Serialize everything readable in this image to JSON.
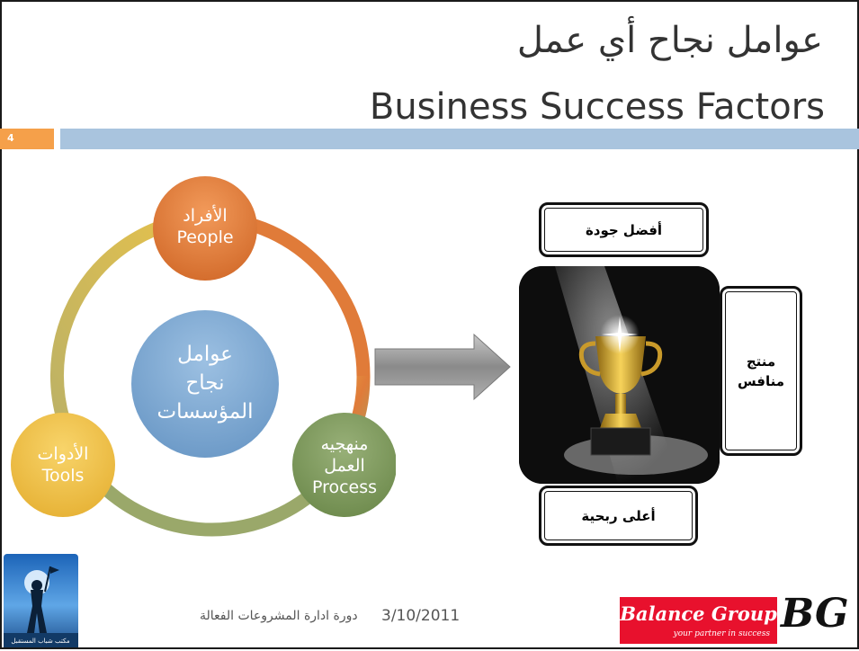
{
  "slide": {
    "title_ar": "عوامل نجاح أي عمل",
    "title_en": "Business Success Factors",
    "number": "4"
  },
  "cycle": {
    "center": [
      "عوامل",
      "نجاح",
      "المؤسسات"
    ],
    "people": {
      "ar": "الأفراد",
      "en": "People"
    },
    "tools": {
      "ar": "الأدوات",
      "en": "Tools"
    },
    "process": {
      "ar1": "منهجيه",
      "ar2": "العمل",
      "en": "Process"
    }
  },
  "outcomes": {
    "top": "أفضل جودة",
    "right_line1": "منتج",
    "right_line2": "منافس",
    "bottom": "أعلى ربحية"
  },
  "footer": {
    "course": "دورة ادارة المشروعات الفعالة",
    "date": "3/10/2011",
    "left_logo_text": "مكتب شباب المستقبل"
  },
  "brand": {
    "name": "Balance Group",
    "tagline": "your partner in success",
    "mark": "BG"
  },
  "colors": {
    "orange": "#e07b39",
    "blue_circle": "#7fa7cf",
    "green": "#7f9a5e",
    "yellow": "#f0c44a",
    "accent_bar": "#a9c4de",
    "brand_red": "#e8112d"
  }
}
